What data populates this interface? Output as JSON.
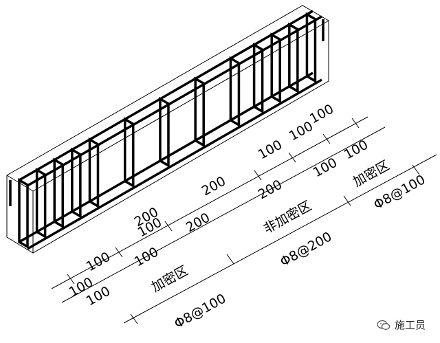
{
  "labels": {
    "dims_lower_left": [
      "100",
      "100",
      "100",
      "100",
      "100"
    ],
    "dims_mid": [
      "200",
      "200",
      "200",
      "200"
    ],
    "dims_upper_right": [
      "100",
      "100",
      "100",
      "100",
      "100"
    ],
    "zone_dense_left": "加密区",
    "zone_normal": "非加密区",
    "zone_dense_right": "加密区",
    "spec_dense_left": "Φ8@100",
    "spec_normal": "Φ8@200",
    "spec_dense_right": "Φ8@100"
  },
  "watermark": {
    "text": "施工员"
  },
  "colors": {
    "line": "#000000",
    "background": "#ffffff"
  }
}
